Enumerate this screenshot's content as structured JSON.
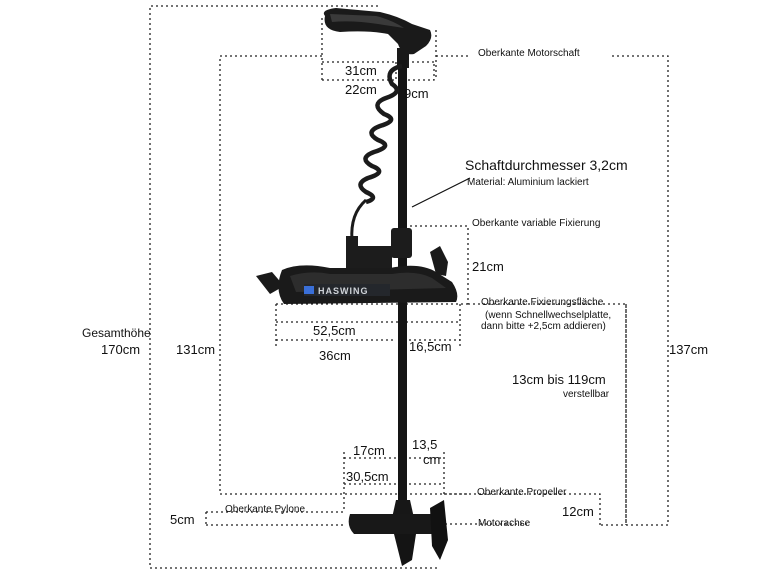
{
  "labels": {
    "gesamthoehe_title": "Gesamthöhe",
    "gesamthoehe_value": "170cm",
    "motorschaft_top": "Oberkante Motorschaft",
    "handle_width": "31cm",
    "handle_length": "22cm",
    "handle_offset": "9cm",
    "shaft_diameter": "Schaftdurchmesser 3,2cm",
    "shaft_material": "Material: Aluminium lackiert",
    "variable_fix_top": "Oberkante variable Fixierung",
    "variable_fix_value": "21cm",
    "mount_top_line1": "Oberkante Fixierungsfläche",
    "mount_top_line2": "(wenn Schnellwechselplatte,",
    "mount_top_line3": "dann bitte +2,5cm addieren)",
    "mount_width": "52,5cm",
    "mount_depth": "36cm",
    "mount_offset": "16,5cm",
    "left_height": "131cm",
    "right_height": "137cm",
    "adjust_range": "13cm bis 119cm",
    "adjust_note": "verstellbar",
    "pylon_17": "17cm",
    "pylon_135a": "13,5",
    "pylon_135b": "cm",
    "pylon_305": "30,5cm",
    "propeller_top": "Oberkante Propeller",
    "propeller_value": "12cm",
    "pylon_top": "Oberkante Pylone",
    "pylon_value": "5cm",
    "motor_axis": "Motorachse",
    "brand": "HASWING"
  }
}
